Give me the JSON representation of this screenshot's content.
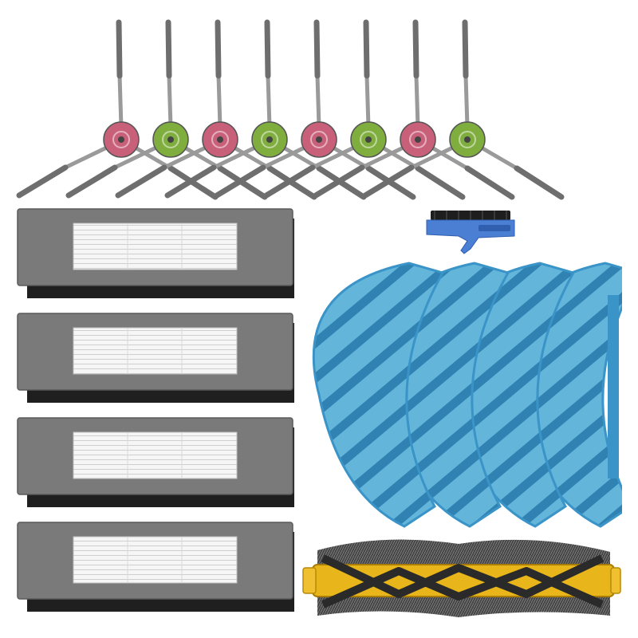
{
  "scene": {
    "background": "#ffffff",
    "side_brushes": {
      "count": 8,
      "hub_colors": [
        "#c9607a",
        "#7fae3f",
        "#c9607a",
        "#7fae3f",
        "#c9607a",
        "#7fae3f",
        "#c9607a",
        "#7fae3f"
      ],
      "bristle_color": "#6e6e6e",
      "stem_color": "#9a9a9a"
    },
    "hepa_filters": {
      "count": 4,
      "frame_color": "#7a7a7a",
      "media_color": "#f4f4f4",
      "foam_color": "#1f1f1f"
    },
    "cleaning_brush": {
      "handle_color": "#4a7fd4",
      "bristle_color": "#1e1e1e"
    },
    "mop_pads": {
      "count": 4,
      "base_color": "#5fb2d8",
      "stripe_color": "#2d7fae",
      "edge_color": "#3a94c8"
    },
    "main_brush": {
      "core_color": "#e8b51a",
      "bristle_color": "#3a3a3a",
      "end_cap_color": "#f0c030"
    }
  }
}
